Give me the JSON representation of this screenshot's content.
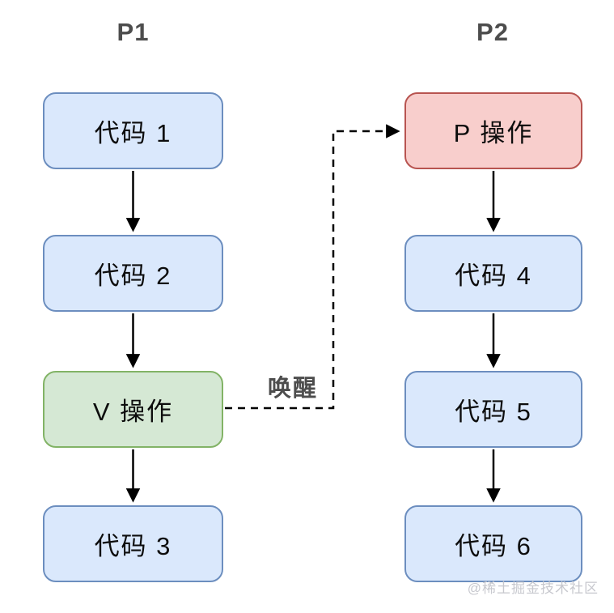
{
  "diagram": {
    "type": "flowchart",
    "columns": [
      {
        "id": "p1",
        "title": "P1",
        "nodes": [
          {
            "label": "代码 1",
            "type": "blue"
          },
          {
            "label": "代码 2",
            "type": "blue"
          },
          {
            "label": "V 操作",
            "type": "green"
          },
          {
            "label": "代码 3",
            "type": "blue"
          }
        ]
      },
      {
        "id": "p2",
        "title": "P2",
        "nodes": [
          {
            "label": "P 操作",
            "type": "red"
          },
          {
            "label": "代码 4",
            "type": "blue"
          },
          {
            "label": "代码 5",
            "type": "blue"
          },
          {
            "label": "代码 6",
            "type": "blue"
          }
        ]
      }
    ],
    "edges": {
      "solid_arrows": [
        "代码 1 → 代码 2",
        "代码 2 → V 操作",
        "V 操作 → 代码 3",
        "P 操作 → 代码 4",
        "代码 4 → 代码 5",
        "代码 5 → 代码 6"
      ],
      "wake_edge": {
        "from": "V 操作",
        "to": "P 操作",
        "label": "唤醒",
        "style": "dashed"
      }
    },
    "watermark": "@稀土掘金技术社区",
    "colors": {
      "blue_fill": "#dae8fc",
      "blue_stroke": "#6c8ebf",
      "green_fill": "#d5e8d4",
      "green_stroke": "#82b366",
      "red_fill": "#f8cecc",
      "red_stroke": "#b85450",
      "arrow": "#000000",
      "title_text": "#4d4d4d",
      "node_text": "#0d0d0d",
      "watermark_text": "#c7c8ce",
      "background": "#ffffff"
    }
  }
}
